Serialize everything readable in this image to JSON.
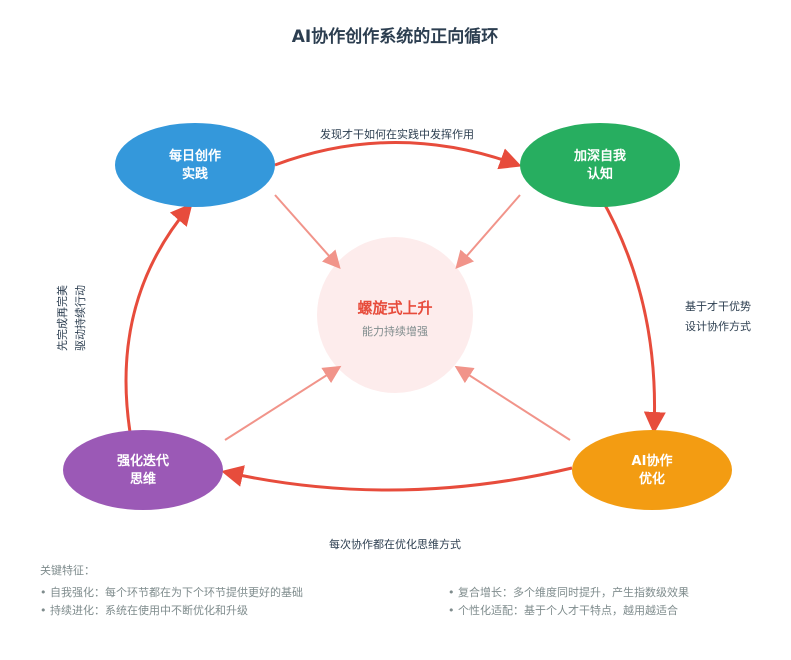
{
  "title": "AI协作创作系统的正向循环",
  "nodes": {
    "daily": {
      "line1": "每日创作",
      "line2": "实践",
      "color": "#3498db"
    },
    "awareness": {
      "line1": "加深自我",
      "line2": "认知",
      "color": "#27ae60"
    },
    "ai": {
      "line1": "AI协作",
      "line2": "优化",
      "color": "#f39c12"
    },
    "thinking": {
      "line1": "强化迭代",
      "line2": "思维",
      "color": "#9b59b6"
    }
  },
  "center": {
    "title": "螺旋式上升",
    "subtitle": "能力持续增强",
    "color": "#fdecec"
  },
  "edges": {
    "top": "发现才干如何在实践中发挥作用",
    "right_line1": "基于才干优势",
    "right_line2": "设计协作方式",
    "bottom": "每次协作都在优化思维方式",
    "left_line1": "先完成再完美",
    "left_line2": "驱动持续行动"
  },
  "colors": {
    "cycle_arrow": "#e74c3c",
    "spoke_arrow": "#f1948a"
  },
  "features": {
    "heading": "关键特征：",
    "items": [
      "• 自我强化：每个环节都在为下个环节提供更好的基础",
      "• 持续进化：系统在使用中不断优化和升级",
      "• 复合增长：多个维度同时提升，产生指数级效果",
      "• 个性化适配：基于个人才干特点，越用越适合"
    ]
  }
}
